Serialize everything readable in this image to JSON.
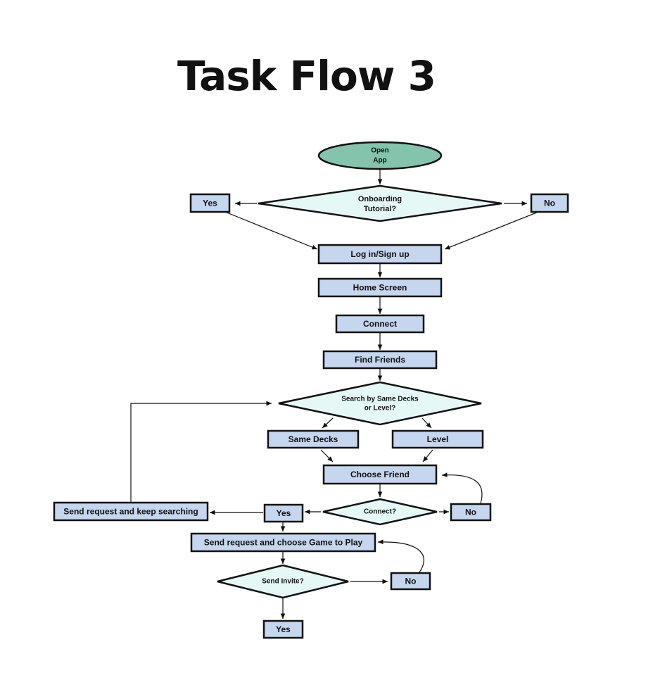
{
  "title": "Task Flow 3",
  "colors": {
    "rect_fill": "#c5d6ee",
    "diamond_fill": "#e6f8f5",
    "oval_fill": "#84c4ad",
    "stroke": "#111111"
  },
  "nodes": {
    "open_app": [
      "Open",
      "App"
    ],
    "onboarding": [
      "Onboarding",
      "Tutorial?"
    ],
    "onboarding_yes": "Yes",
    "onboarding_no": "No",
    "login": "Log in/Sign up",
    "home": "Home Screen",
    "connect": "Connect",
    "find_friends": "Find Friends",
    "search_by": [
      "Search by Same Decks",
      "or Level?"
    ],
    "same_decks": "Same Decks",
    "level": "Level",
    "choose_friend": "Choose Friend",
    "connect_q": "Connect?",
    "connect_yes": "Yes",
    "connect_no": "No",
    "send_keep": "Send request and keep searching",
    "send_choose": "Send request and choose Game to Play",
    "send_invite": "Send Invite?",
    "invite_no": "No",
    "invite_yes": "Yes"
  }
}
